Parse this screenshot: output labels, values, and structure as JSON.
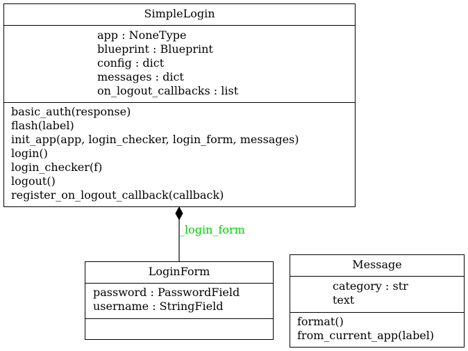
{
  "classes": {
    "simple_login": {
      "name": "SimpleLogin",
      "attributes": [
        "app : NoneType",
        "blueprint : Blueprint",
        "config : dict",
        "messages : dict",
        "on_logout_callbacks : list"
      ],
      "methods": [
        "basic_auth(response)",
        "flash(label)",
        "init_app(app, login_checker, login_form, messages)",
        "login()",
        "login_checker(f)",
        "logout()",
        "register_on_logout_callback(callback)"
      ]
    },
    "login_form": {
      "name": "LoginForm",
      "attributes": [
        "password : PasswordField",
        "username : StringField"
      ],
      "methods": []
    },
    "message": {
      "name": "Message",
      "attributes": [
        "category : str",
        "text"
      ],
      "methods": [
        "format()",
        "from_current_app(label)"
      ]
    }
  },
  "associations": [
    {
      "from": "SimpleLogin",
      "to": "LoginForm",
      "label": "_login_form",
      "kind": "composition",
      "label_color": "#00d000"
    }
  ]
}
